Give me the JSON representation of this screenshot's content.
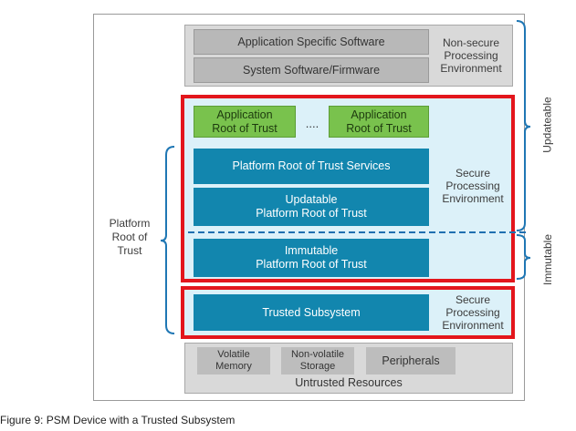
{
  "nonsecure": {
    "app_software": "Application Specific Software",
    "system_software": "System Software/Firmware",
    "env_label": "Non-secure\nProcessing\nEnvironment"
  },
  "secure": {
    "app_rot_1": "Application\nRoot of Trust",
    "ellipsis": "....",
    "app_rot_2": "Application\nRoot of Trust",
    "prot_services": "Platform Root of Trust Services",
    "updatable_prot": "Updatable\nPlatform Root of Trust",
    "immutable_prot": "Immutable\nPlatform Root of Trust",
    "env_label": "Secure\nProcessing\nEnvironment"
  },
  "trusted_subsystem": {
    "label": "Trusted Subsystem",
    "env_label": "Secure\nProcessing\nEnvironment"
  },
  "untrusted": {
    "volatile_memory": "Volatile\nMemory",
    "nonvolatile_storage": "Non-volatile\nStorage",
    "peripherals": "Peripherals",
    "label": "Untrusted Resources"
  },
  "left_label": "Platform\nRoot of\nTrust",
  "right_labels": {
    "updateable": "Updateable",
    "immutable": "Immutable"
  },
  "caption": "Figure 9: PSM Device with a Trusted Subsystem",
  "colors": {
    "red_frame": "#e3161c",
    "blue_block": "#1286ae",
    "green_block": "#79c24d",
    "secure_bg": "#dcf1f9",
    "bracket": "#1f77b4"
  }
}
